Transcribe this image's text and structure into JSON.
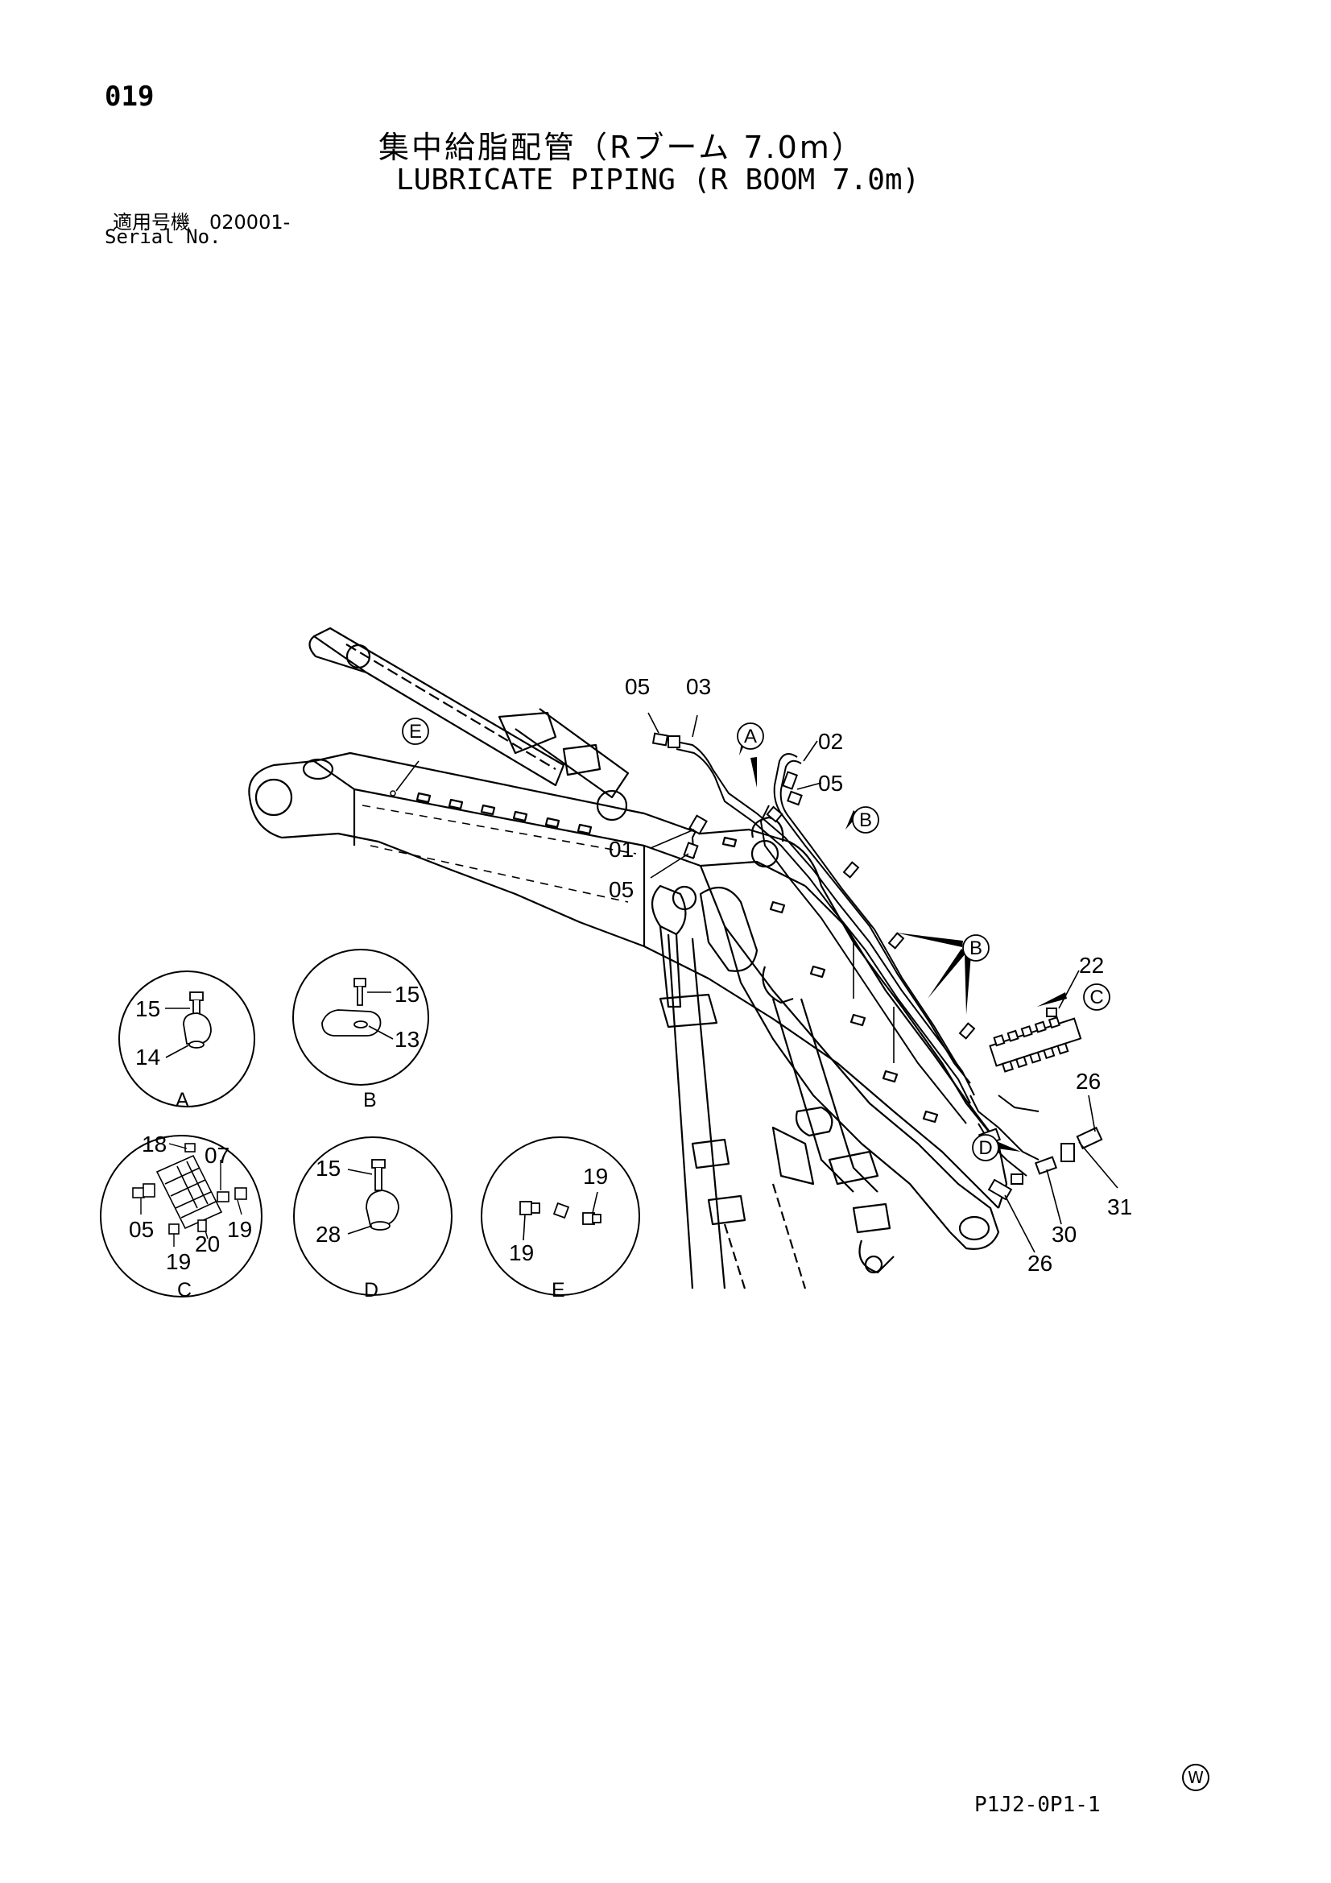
{
  "header": {
    "page_number": "019",
    "title_jp": "集中給脂配管（Rブーム 7.0m）",
    "title_en": "LUBRICATE PIPING (R BOOM 7.0m)",
    "serial_jp": "適用号機　020001-",
    "serial_en": "Serial No."
  },
  "callouts": {
    "c05_top": "05",
    "c03": "03",
    "c02": "02",
    "c05_right": "05",
    "c01": "01",
    "c05_mid": "05",
    "c22": "22",
    "c26_top": "26",
    "c31": "31",
    "c30": "30",
    "c26_bot": "26"
  },
  "bubbles": {
    "a": "A",
    "b1": "B",
    "b2": "B",
    "c": "C",
    "d": "D",
    "e": "E"
  },
  "details": {
    "A": {
      "caption": "A",
      "labels": [
        "15",
        "14"
      ]
    },
    "B": {
      "caption": "B",
      "labels": [
        "15",
        "13"
      ]
    },
    "C": {
      "caption": "C",
      "labels": [
        "18",
        "07",
        "05",
        "20",
        "19",
        "19"
      ]
    },
    "D": {
      "caption": "D",
      "labels": [
        "15",
        "28"
      ]
    },
    "E": {
      "caption": "E",
      "labels": [
        "19",
        "19"
      ]
    }
  },
  "footer": {
    "mark": "W",
    "code": "P1J2-0P1-1"
  }
}
